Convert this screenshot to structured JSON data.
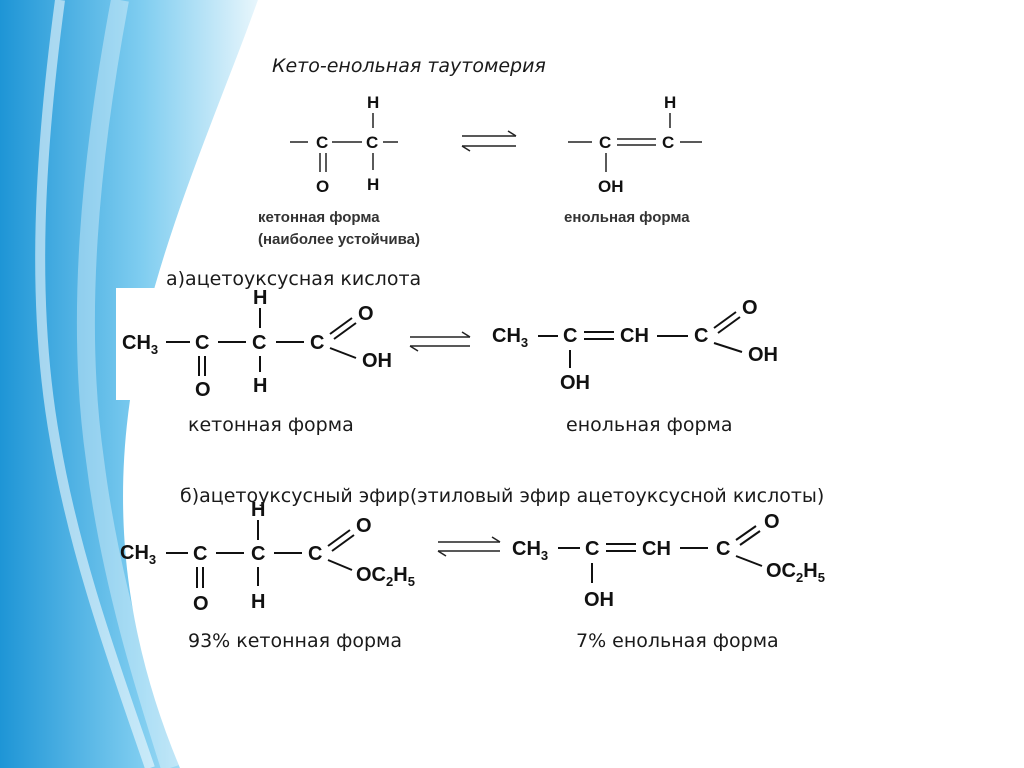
{
  "slide": {
    "title": "Кето-енольная таутомерия",
    "accent_color": "#4fb6e6"
  },
  "general": {
    "keto_atoms": [
      "C",
      "C",
      "H",
      "O",
      "H"
    ],
    "enol_atoms": [
      "C",
      "C",
      "H",
      "OH"
    ],
    "keto_caption_line1": "кетонная форма",
    "keto_caption_line2": "(наиболее устойчива)",
    "enol_caption": "енольная форма"
  },
  "acetoacetic_acid": {
    "label": "а)ацетоуксусная кислота",
    "keto": {
      "ch3": "CH",
      "ch3_sub": "3",
      "c1": "C",
      "o1": "O",
      "c2": "C",
      "h_top": "H",
      "h_bottom": "H",
      "c3": "C",
      "o2": "O",
      "oh": "OH"
    },
    "enol": {
      "ch3": "CH",
      "ch3_sub": "3",
      "c1": "C",
      "oh_bottom": "OH",
      "ch": "CH",
      "c3": "C",
      "o2": "O",
      "oh": "OH"
    },
    "keto_caption": "кетонная форма",
    "enol_caption": "енольная форма"
  },
  "acetoacetic_ester": {
    "label": "б)ацетоуксусный эфир(этиловый эфир ацетоуксусной кислоты)",
    "keto": {
      "ch3": "CH",
      "ch3_sub": "3",
      "c1": "C",
      "o1": "O",
      "c2": "C",
      "h_top": "H",
      "h_bottom": "H",
      "c3": "C",
      "o2": "O",
      "oc": "OC",
      "sub2": "2",
      "h5": "H",
      "sub5": "5"
    },
    "enol": {
      "ch3": "CH",
      "ch3_sub": "3",
      "c1": "C",
      "oh_bottom": "OH",
      "ch": "CH",
      "c3": "C",
      "o2": "O",
      "oc": "OC",
      "sub2": "2",
      "h5": "H",
      "sub5": "5"
    },
    "keto_caption": "93% кетонная форма",
    "enol_caption": "7% енольная форма"
  }
}
